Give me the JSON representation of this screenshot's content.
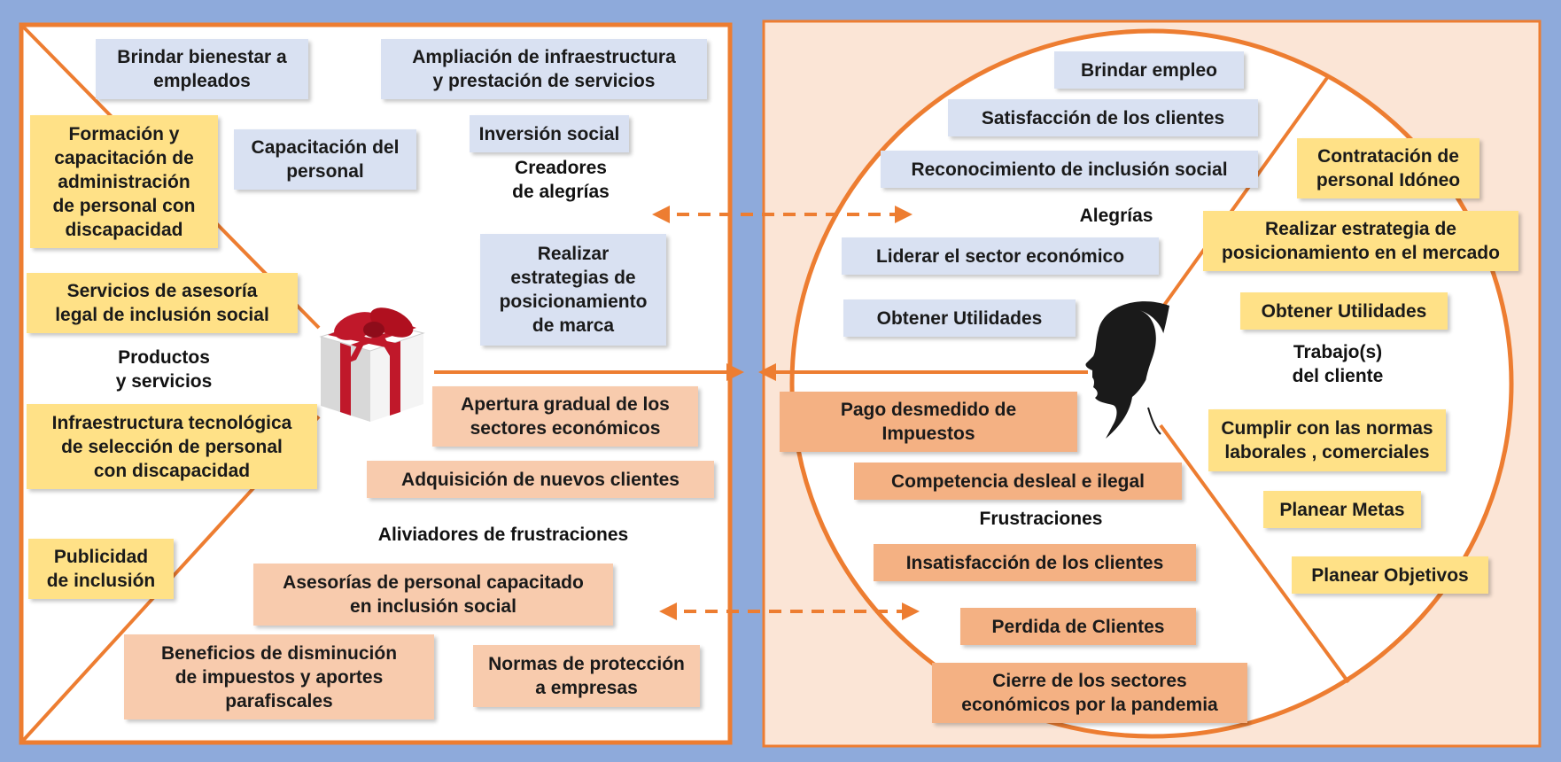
{
  "colors": {
    "background": "#8eaadb",
    "orange": "#ed7d31",
    "left_panel": "#ffffff",
    "right_panel": "#fbe5d6",
    "blue_box": "#d9e1f2",
    "yellow_box": "#ffe187",
    "peach_box": "#f8cbad",
    "salmon_box": "#f4b183"
  },
  "left": {
    "section_labels": {
      "creadores": "Creadores\nde alegrías",
      "productos": "Productos\ny servicios",
      "aliviadores": "Aliviadores de frustraciones"
    },
    "blue": [
      "Brindar bienestar a\nempleados",
      "Ampliación de infraestructura\ny prestación de servicios",
      "Inversión social",
      "Capacitación del\npersonal",
      "Realizar\nestrategias de\nposicionamiento\nde marca"
    ],
    "yellow": [
      "Formación y\ncapacitación de\nadministración\nde personal con\ndiscapacidad",
      "Servicios de asesoría\nlegal de inclusión social",
      "Infraestructura tecnológica\nde selección de personal\ncon discapacidad",
      "Publicidad\nde inclusión"
    ],
    "peach": [
      "Apertura gradual de los\nsectores económicos",
      "Adquisición de nuevos clientes",
      "Asesorías de personal capacitado\nen inclusión social",
      "Beneficios de disminución\nde impuestos y aportes\nparafiscales",
      "Normas de protección\na empresas"
    ],
    "icon": "gift-box-icon"
  },
  "right": {
    "section_labels": {
      "alegrias": "Alegrías",
      "trabajos": "Trabajo(s)\ndel cliente",
      "frustraciones": "Frustraciones"
    },
    "blue": [
      "Brindar empleo",
      "Satisfacción de los clientes",
      "Reconocimiento de inclusión social",
      "Liderar el sector económico",
      "Obtener Utilidades"
    ],
    "yellow": [
      "Contratación de\npersonal Idóneo",
      "Realizar estrategia de\nposicionamiento en el mercado",
      "Obtener Utilidades",
      "Cumplir con las normas\nlaborales , comerciales",
      "Planear Metas",
      "Planear Objetivos"
    ],
    "salmon": [
      "Pago desmedido de\nImpuestos",
      "Competencia desleal e ilegal",
      "Insatisfacción de los clientes",
      "Perdida de Clientes",
      "Cierre de los sectores\neconómicos por la pandemia"
    ],
    "icon": "face-profile-icon"
  }
}
